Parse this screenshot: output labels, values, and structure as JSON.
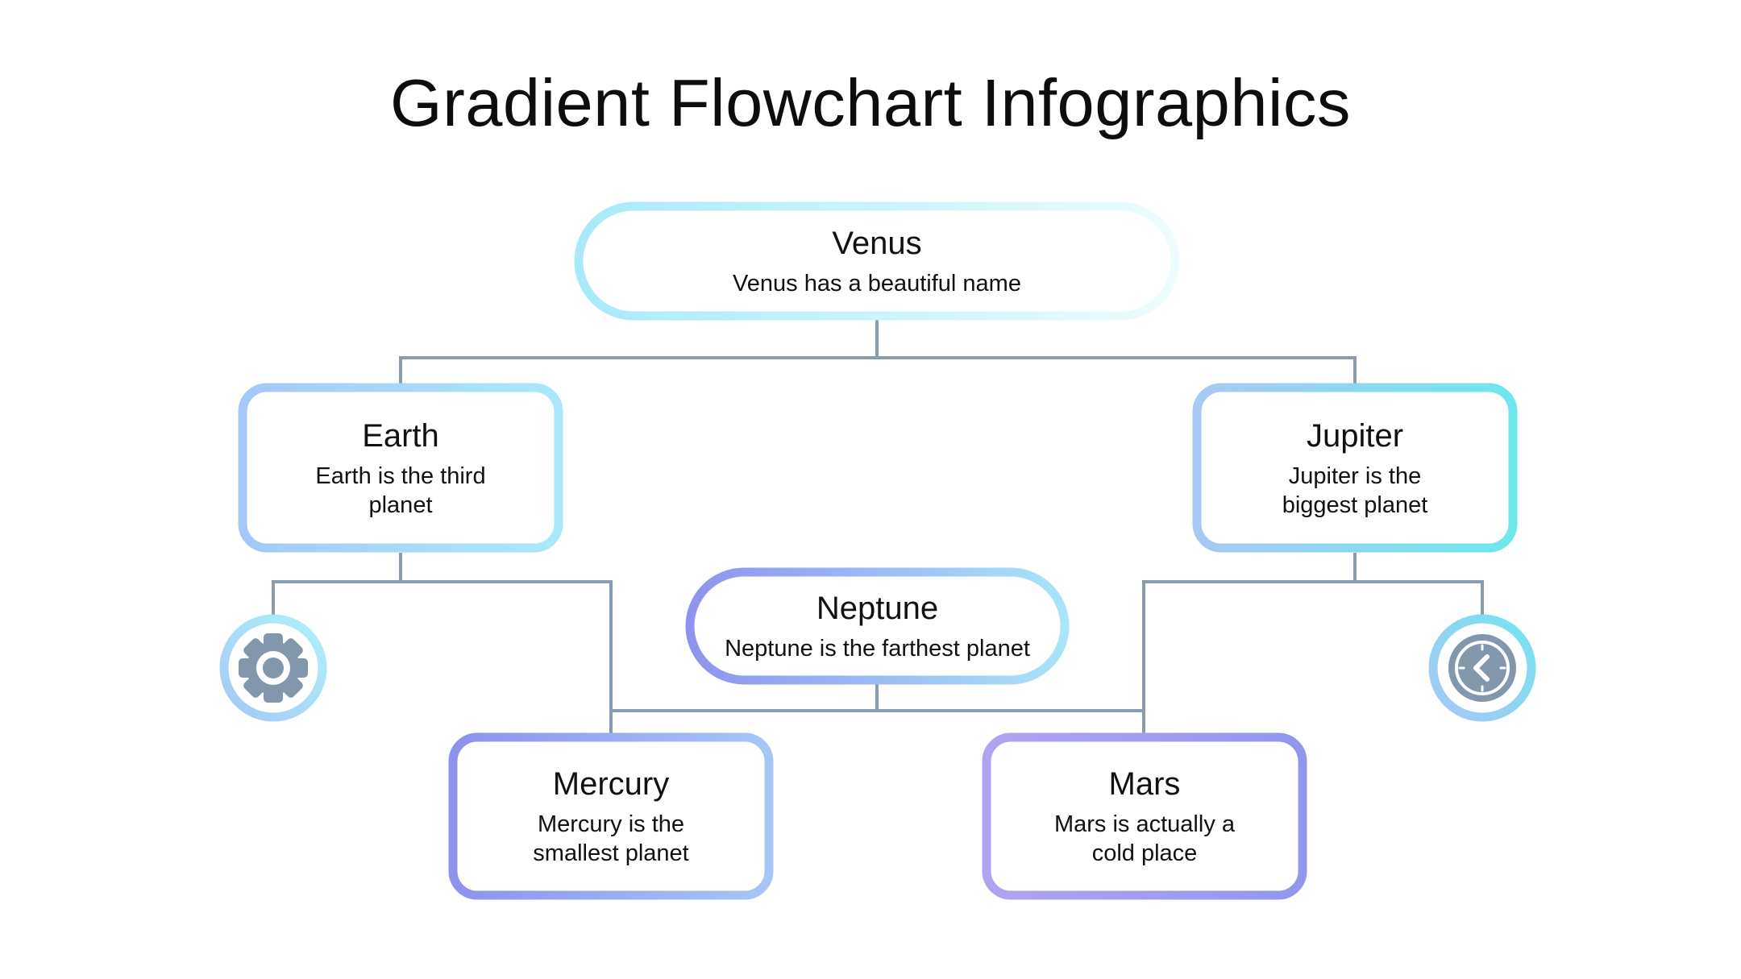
{
  "title": "Gradient Flowchart Infographics",
  "colors": {
    "connector": "#8a9db0",
    "icon_fill": "#8296ac",
    "gradient_cyan": "#6fe6ef",
    "gradient_light_blue": "#a9d8fb",
    "gradient_periwinkle": "#8f95ee",
    "gradient_pale": "#eafcfd"
  },
  "nodes": {
    "venus": {
      "title": "Venus",
      "description": "Venus has a beautiful name"
    },
    "earth": {
      "title": "Earth",
      "description": "Earth is the third planet"
    },
    "jupiter": {
      "title": "Jupiter",
      "description": "Jupiter is the biggest planet"
    },
    "neptune": {
      "title": "Neptune",
      "description": "Neptune is the farthest planet"
    },
    "mercury": {
      "title": "Mercury",
      "description": "Mercury is the smallest planet"
    },
    "mars": {
      "title": "Mars",
      "description": "Mars is actually a cold place"
    }
  },
  "icons": {
    "left": "gear-icon",
    "right": "clock-icon"
  }
}
